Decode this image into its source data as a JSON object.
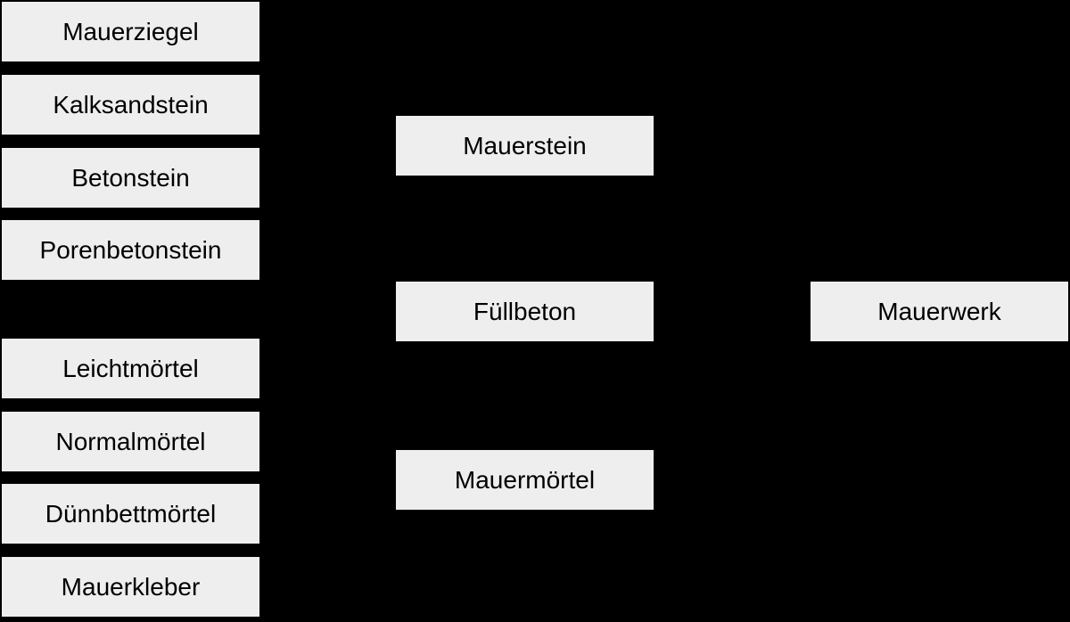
{
  "colors": {
    "background": "#000000",
    "box_fill": "#eeeeee",
    "text": "#000000"
  },
  "stone_types": [
    "Mauerziegel",
    "Kalksandstein",
    "Betonstein",
    "Porenbetonstein"
  ],
  "mortar_types": [
    "Leichtmörtel",
    "Normalmörtel",
    "Dünnbettmörtel",
    "Mauerkleber"
  ],
  "components": [
    "Mauerstein",
    "Füllbeton",
    "Mauermörtel"
  ],
  "result": "Mauerwerk"
}
